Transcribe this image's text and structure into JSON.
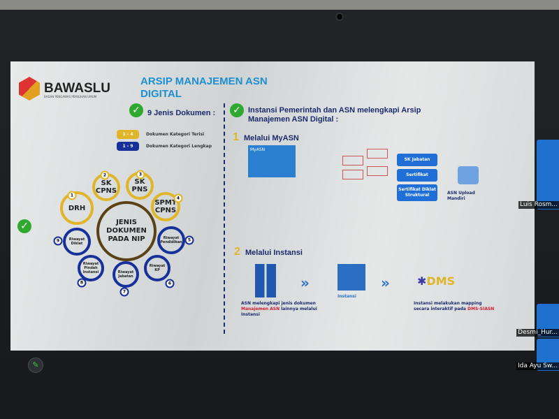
{
  "slide": {
    "brand": "BAWASLU",
    "brand_sub": "BADAN PENGAWAS PEMILIHAN UMUM",
    "title": "ARSIP MANAJEMEN ASN DIGITAL",
    "left_heading": "9 Jenis Dokumen :",
    "legend": [
      {
        "range": "1 - 4",
        "label": "Dokumen Kategori Terisi",
        "color": "#e0b52a"
      },
      {
        "range": "1 - 9",
        "label": "Dokumen Kategori Lengkap",
        "color": "#17309a"
      }
    ],
    "center": "JENIS DOKUMEN PADA NIP",
    "documents": [
      {
        "n": "1",
        "label": "DRH",
        "category": "gold"
      },
      {
        "n": "2",
        "label": "SK CPNS",
        "category": "gold"
      },
      {
        "n": "3",
        "label": "SK PNS",
        "category": "gold"
      },
      {
        "n": "4",
        "label": "SPMT CPNS",
        "category": "gold"
      },
      {
        "n": "5",
        "label": "Riwayat Pendidikan",
        "category": "blue"
      },
      {
        "n": "6",
        "label": "Riwayat KP",
        "category": "blue"
      },
      {
        "n": "7",
        "label": "Riwayat Jabatan",
        "category": "blue"
      },
      {
        "n": "8",
        "label": "Riwayat Pindah Instansi",
        "category": "blue"
      },
      {
        "n": "9",
        "label": "Riwayat Diklat",
        "category": "blue"
      }
    ],
    "right_heading": "Instansi Pemerintah dan ASN melengkapi Arsip Manajemen ASN Digital :",
    "step1": {
      "num": "1",
      "title": "Melalui MyASN",
      "app": "MyASN",
      "boxes": [
        "SK Jabatan",
        "Sertifikat",
        "Sertifikat Diklat Struktural"
      ],
      "upload_label": "ASN Upload Mandiri"
    },
    "step2": {
      "num": "2",
      "title": "Melalui Instansi",
      "asn_text_a": "ASN melengkapi jenis dokumen",
      "asn_text_red": "Manajemen ASN",
      "asn_text_b": "lainnya melalui Instansi",
      "instansi_label": "Instansi",
      "dms_logo": "DMS",
      "dms_text_a": "Instansi melakukan mapping secara interaktif pada",
      "dms_text_red": "DMS-SIASN"
    }
  },
  "participants": [
    {
      "name": "Luis Rosm..."
    },
    {
      "name": "Desmi_Hur..."
    },
    {
      "name": "Ida Ayu Sw..."
    }
  ],
  "colors": {
    "accent": "#1e8fd0",
    "navy": "#1c2a6e",
    "gold": "#e0b52a",
    "blue": "#17309a"
  }
}
